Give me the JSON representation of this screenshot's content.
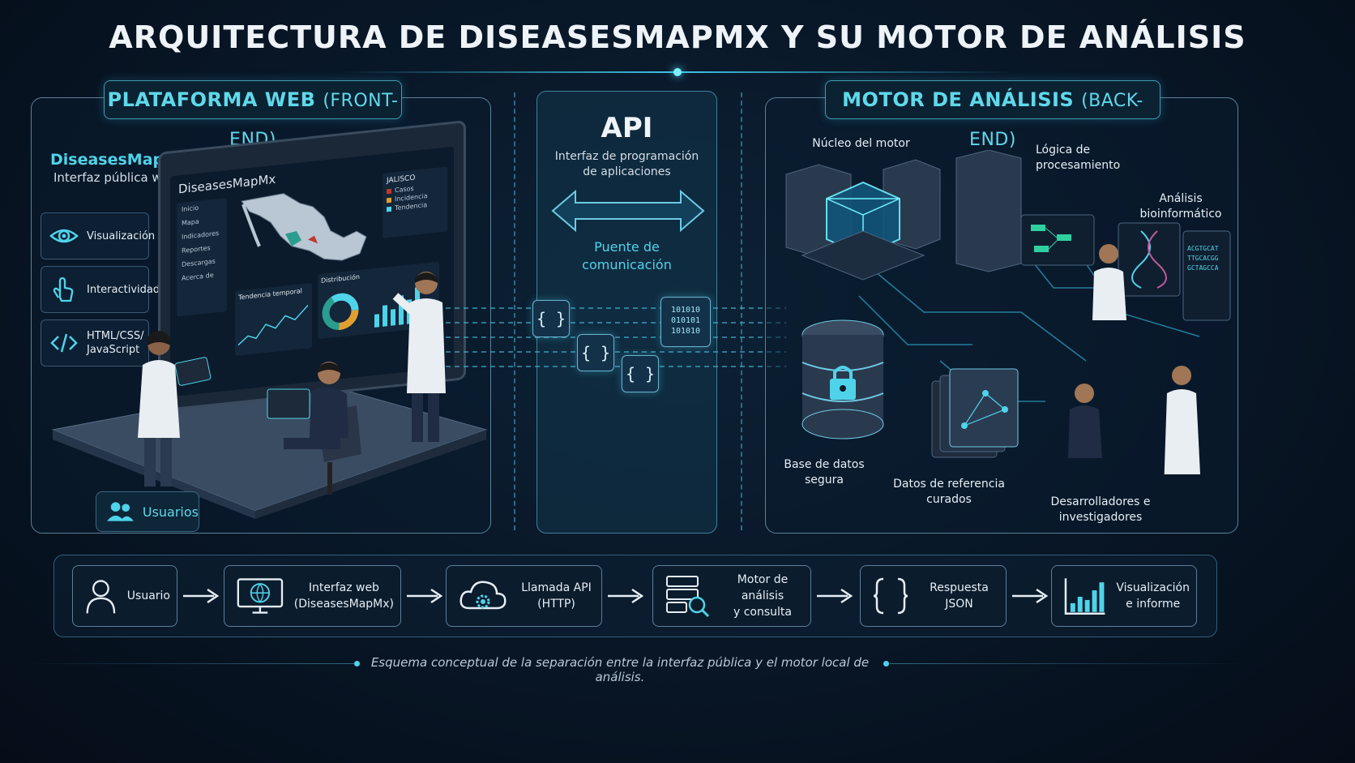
{
  "title": "ARQUITECTURA DE DISEASESMAPMX Y SU MOTOR DE ANÁLISIS",
  "frontend": {
    "heading": "PLATAFORMA WEB",
    "heading_sub": "(FRONT-END)",
    "brand": "DiseasesMapMx",
    "brand_sub": "Interfaz pública web",
    "features": [
      {
        "icon": "eye-icon",
        "label": "Visualización"
      },
      {
        "icon": "hand-pointer-icon",
        "label": "Interactividad"
      },
      {
        "icon": "code-icon",
        "label": "HTML/CSS/ JavaScript"
      }
    ],
    "screen": {
      "title": "DiseasesMapMx",
      "nav": [
        "Inicio",
        "Mapa",
        "Indicadores",
        "Reportes",
        "Descargas",
        "Acerca de"
      ],
      "legend_title": "JALISCO",
      "legend": [
        "Casos",
        "Incidencia",
        "Tendencia"
      ],
      "trend_title": "Tendencia temporal",
      "dist_title": "Distribución"
    },
    "users_label": "Usuarios"
  },
  "api": {
    "title": "API",
    "subtitle_1": "Interfaz de programación",
    "subtitle_2": "de aplicaciones",
    "bridge_1": "Puente de",
    "bridge_2": "comunicación",
    "chip": "{ }",
    "binary": [
      "101010",
      "010101",
      "101010"
    ]
  },
  "backend": {
    "heading": "MOTOR DE ANÁLISIS",
    "heading_sub": "(BACK-END)",
    "labels": {
      "core": "Núcleo del motor",
      "logic_1": "Lógica de",
      "logic_2": "procesamiento",
      "bio_1": "Análisis",
      "bio_2": "bioinformático",
      "db_1": "Base de datos",
      "db_2": "segura",
      "ref_1": "Datos de referencia",
      "ref_2": "curados",
      "dev_1": "Desarrolladores e",
      "dev_2": "investigadores"
    },
    "dna_text": [
      "ACGTGCAT",
      "TTGCACGG",
      "GCTAGCCA"
    ]
  },
  "flow": [
    {
      "icon": "user-icon",
      "line1": "Usuario",
      "line2": ""
    },
    {
      "icon": "globe-monitor-icon",
      "line1": "Interfaz web",
      "line2": "(DiseasesMapMx)"
    },
    {
      "icon": "cloud-gear-icon",
      "line1": "Llamada API",
      "line2": "(HTTP)"
    },
    {
      "icon": "server-search-icon",
      "line1": "Motor de análisis",
      "line2": "y consulta"
    },
    {
      "icon": "braces-icon",
      "line1": "Respuesta JSON",
      "line2": ""
    },
    {
      "icon": "bar-chart-icon",
      "line1": "Visualización",
      "line2": "e informe"
    }
  ],
  "caption": "Esquema conceptual de la separación entre la interfaz pública y el motor local de análisis.",
  "colors": {
    "accent": "#4fd3ea",
    "panel_border": "#5d7f98",
    "background": "#081626"
  }
}
